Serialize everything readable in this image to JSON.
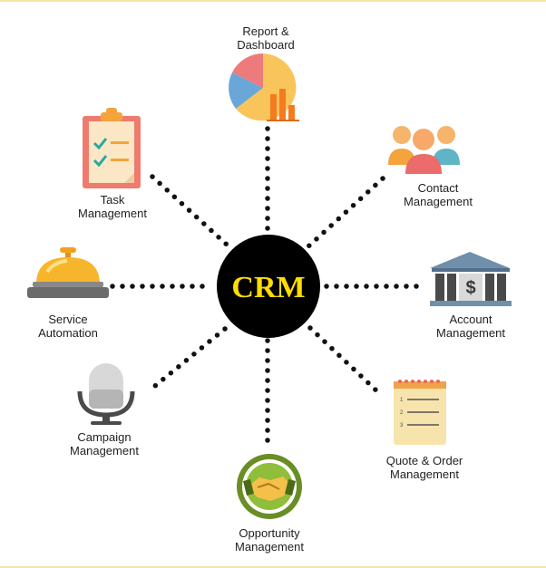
{
  "center": {
    "label": "CRM"
  },
  "nodes": [
    {
      "id": "report",
      "line1": "Report &",
      "line2": "Dashboard",
      "icon": "pie-chart-icon"
    },
    {
      "id": "contact",
      "line1": "Contact",
      "line2": "Management",
      "icon": "people-icon"
    },
    {
      "id": "account",
      "line1": "Account",
      "line2": "Management",
      "icon": "bank-icon"
    },
    {
      "id": "quote",
      "line1": "Quote & Order",
      "line2": "Management",
      "icon": "notepad-icon"
    },
    {
      "id": "opportunity",
      "line1": "Opportunity",
      "line2": "Management",
      "icon": "handshake-icon"
    },
    {
      "id": "campaign",
      "line1": "Campaign",
      "line2": "Management",
      "icon": "microphone-icon"
    },
    {
      "id": "service",
      "line1": "Service",
      "line2": "Automation",
      "icon": "service-bell-icon"
    },
    {
      "id": "task",
      "line1": "Task",
      "line2": "Management",
      "icon": "clipboard-icon"
    }
  ],
  "colors": {
    "center_fill": "#000000",
    "center_text": "#ffdd00",
    "dots": "#111111",
    "border": "#f3e6a6"
  }
}
